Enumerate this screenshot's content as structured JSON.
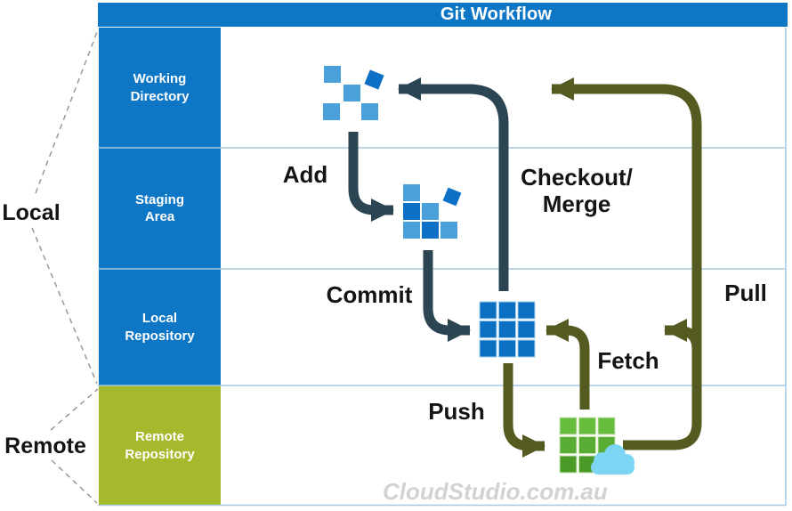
{
  "title": "Git Workflow",
  "watermark": "CloudStudio.com.au",
  "side_labels": {
    "local": "Local",
    "remote": "Remote"
  },
  "rows": [
    {
      "label": "Working Directory"
    },
    {
      "label": "Staging Area"
    },
    {
      "label": "Local Repository"
    },
    {
      "label": "Remote Repository"
    }
  ],
  "arrow_labels": {
    "add": "Add",
    "commit": "Commit",
    "checkout_merge_line1": "Checkout/",
    "checkout_merge_line2": "Merge",
    "push": "Push",
    "fetch": "Fetch",
    "pull": "Pull"
  },
  "colors": {
    "header_blue": "#0d76c5",
    "row_green": "#a6b82b",
    "local_arrow": "#2b4553",
    "remote_arrow": "#545a20",
    "icon_light_blue": "#4aa0d8",
    "icon_dark_blue": "#0d6fc6",
    "repo_grid_blue": "#0c70c2",
    "green_top": "#68bd3e",
    "green_mid": "#58ac33",
    "green_bottom": "#4a9a2a",
    "cloud_blue": "#7dd5f6",
    "divider_blue": "#a5c8e4",
    "dashed_gray": "#999999",
    "watermark_gray": "#d2d2d2"
  }
}
